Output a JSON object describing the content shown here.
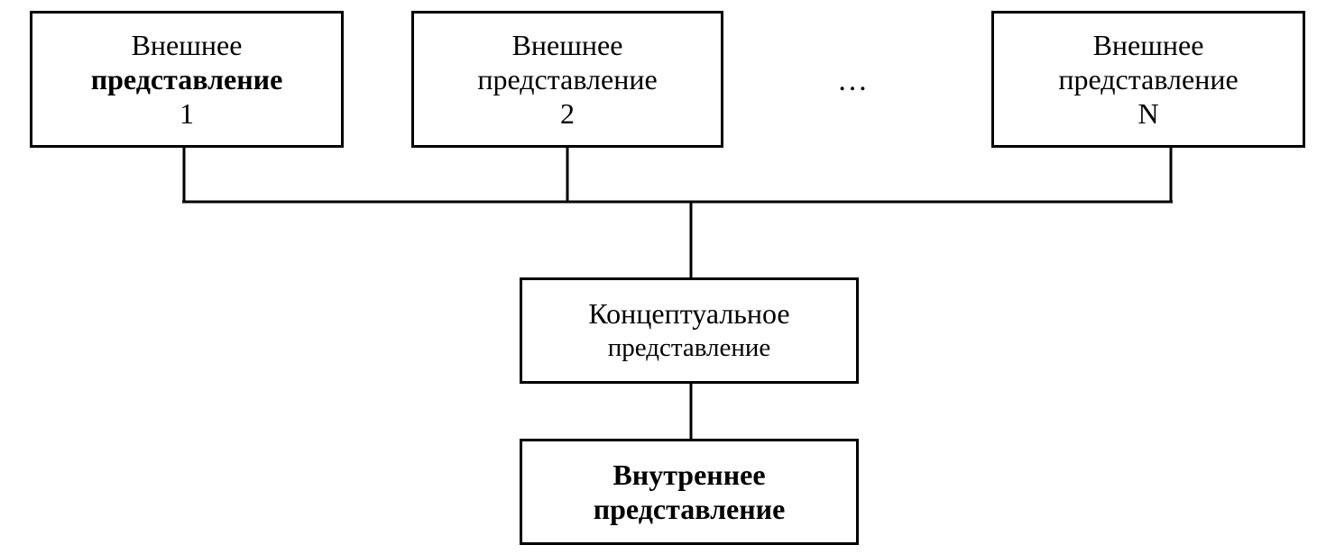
{
  "external_views": [
    {
      "line1": "Внешнее",
      "line2": "представление",
      "line3": "1"
    },
    {
      "line1": "Внешнее",
      "line2": "представление",
      "line3": "2"
    },
    {
      "line1": "Внешнее",
      "line2": "представление",
      "line3": "N"
    }
  ],
  "ellipsis": "…",
  "conceptual_view": {
    "line1": "Концептуальное",
    "line2": "представление"
  },
  "internal_view": {
    "line1": "Внутреннее",
    "line2": "представление"
  }
}
